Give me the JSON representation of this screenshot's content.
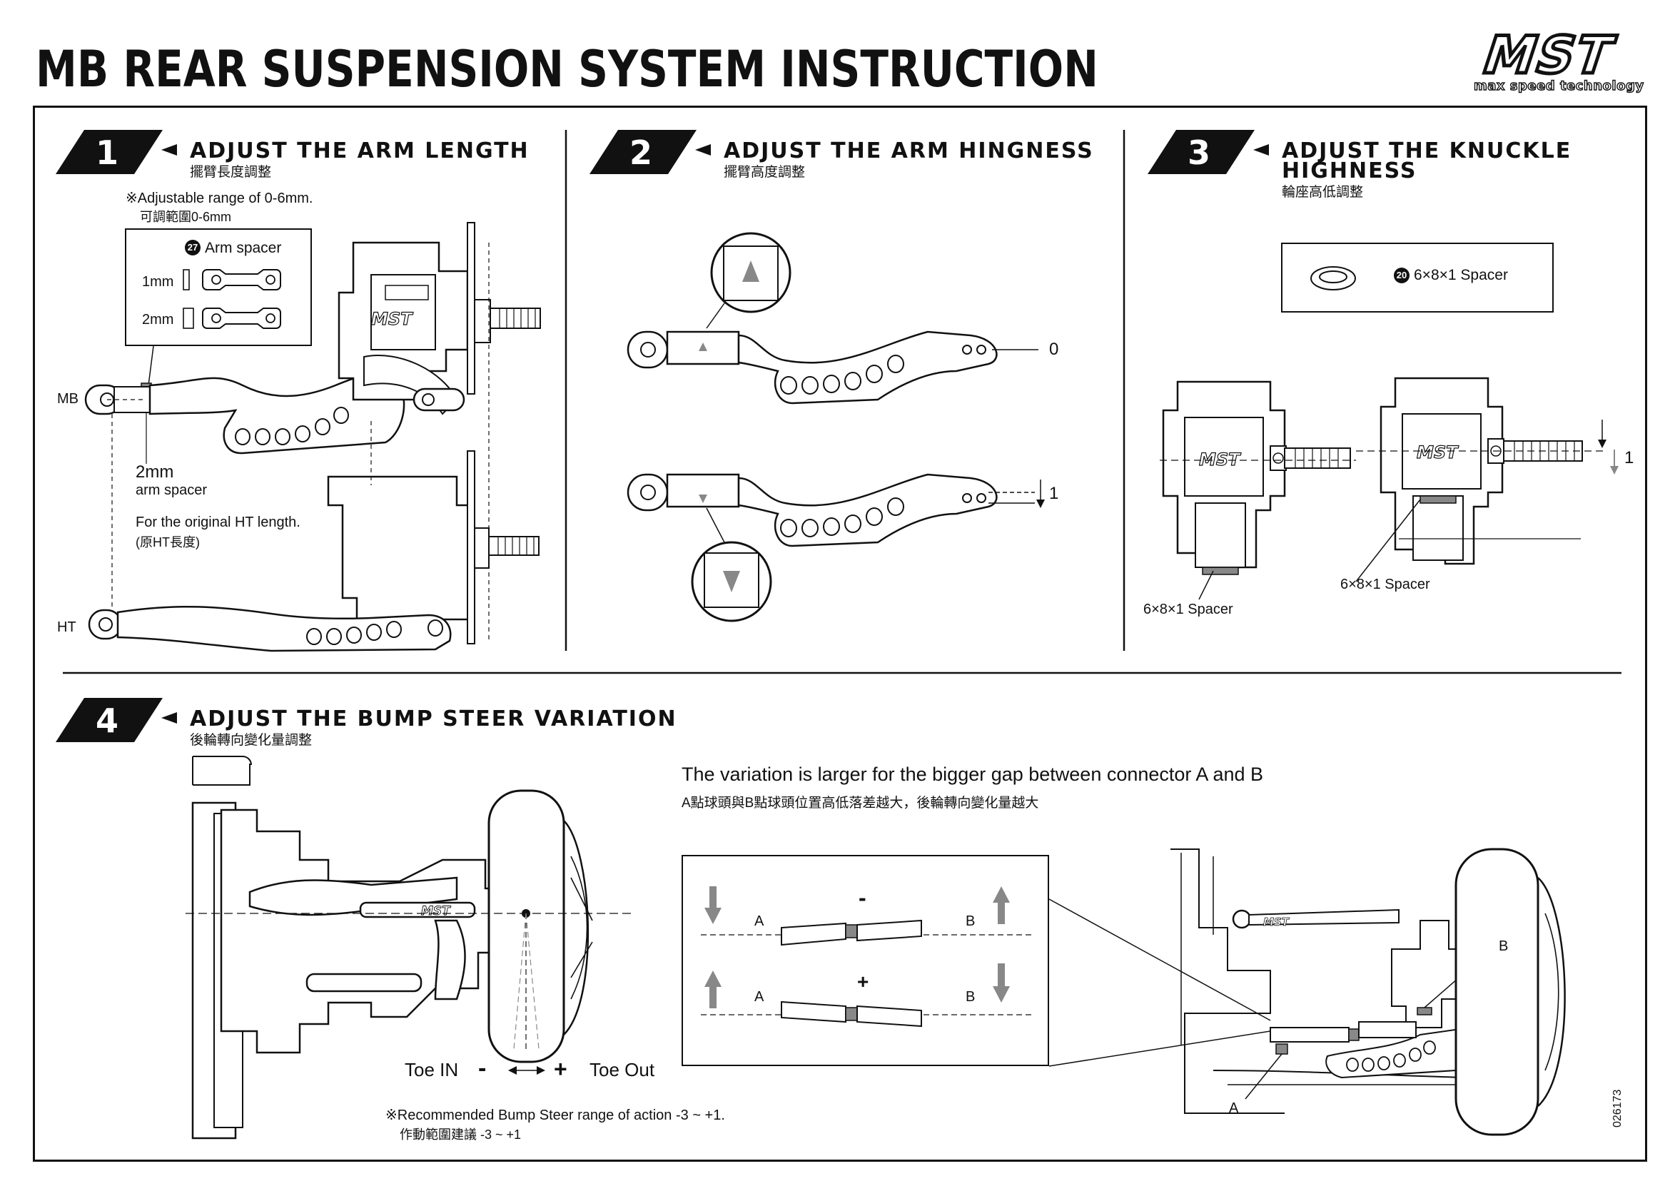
{
  "title": "MB REAR SUSPENSION SYSTEM INSTRUCTION",
  "logo": {
    "main": "MST",
    "tagline": "max speed technology"
  },
  "steps": [
    {
      "number": "1",
      "heading": "ADJUST THE ARM LENGTH",
      "subheading": "擺臂長度調整"
    },
    {
      "number": "2",
      "heading": "ADJUST THE ARM HINGNESS",
      "subheading": "擺臂高度調整"
    },
    {
      "number": "3",
      "heading_line1": "ADJUST THE KNUCKLE",
      "heading_line2": "HIGHNESS",
      "subheading": "輪座高低調整"
    },
    {
      "number": "4",
      "heading": "ADJUST THE BUMP STEER VARIATION",
      "subheading": "後輪轉向變化量調整"
    }
  ],
  "step1": {
    "range_note": "※Adjustable range of 0-6mm.",
    "range_note_cn": "可調範圍0-6mm",
    "part_badge": "27",
    "part_name": "Arm spacer",
    "size_1": "1mm",
    "size_2": "2mm",
    "label_mb": "MB",
    "label_ht": "HT",
    "spacer_value": "2mm",
    "spacer_label": "arm spacer",
    "original_note": "For the original HT length.",
    "original_note_cn": "(原HT長度)",
    "knuckle_logo": "MST"
  },
  "step2": {
    "value_top": "0",
    "value_bottom": "1"
  },
  "step3": {
    "part_badge": "20",
    "part_name": "6×8×1 Spacer",
    "callout_left": "6×8×1 Spacer",
    "callout_right": "6×8×1 Spacer",
    "value": "1",
    "knuckle_logo": "MST"
  },
  "step4": {
    "note": "The variation is larger for the bigger gap between connector A and B",
    "note_cn": "A點球頭與B點球頭位置高低落差越大，後輪轉向變化量越大",
    "minus": "-",
    "plus": "+",
    "label_a": "A",
    "label_b": "B",
    "toe_in": "Toe IN",
    "toe_out": "Toe Out",
    "recommend": "※Recommended Bump Steer range of action -3 ~ +1.",
    "recommend_cn": "作動範圍建議 -3 ~ +1",
    "arm_logo": "MST"
  },
  "doc_code": "026173"
}
